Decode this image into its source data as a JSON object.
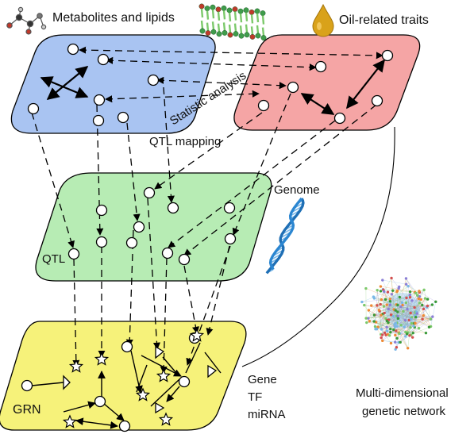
{
  "labels": {
    "metabolites": "Metabolites and lipids",
    "oil_traits": "Oil-related traits",
    "statistic": "Statistic analysis",
    "qtl_mapping": "QTL mapping",
    "genome": "Genome",
    "qtl": "QTL",
    "grn": "GRN",
    "gene": "Gene",
    "tf": "TF",
    "mirna": "miRNA",
    "network_line1": "Multi-dimensional",
    "network_line2": "genetic network"
  },
  "colors": {
    "metabolite_layer": "#a9c4f2",
    "trait_layer": "#f5a5a5",
    "genome_layer": "#b7ecb4",
    "grn_layer": "#f6f27a",
    "oil_drop": "#d9a21a",
    "dna": "#2b86d1",
    "net_green": "#7cc96b",
    "net_purple": "#8b7fd6",
    "net_orange": "#ef8a35",
    "net_blue": "#7ab7e6"
  },
  "icons": [
    "molecule-icon",
    "lipid-icon",
    "oil-drop-icon",
    "dna-helix-icon",
    "network-hairball-icon"
  ]
}
